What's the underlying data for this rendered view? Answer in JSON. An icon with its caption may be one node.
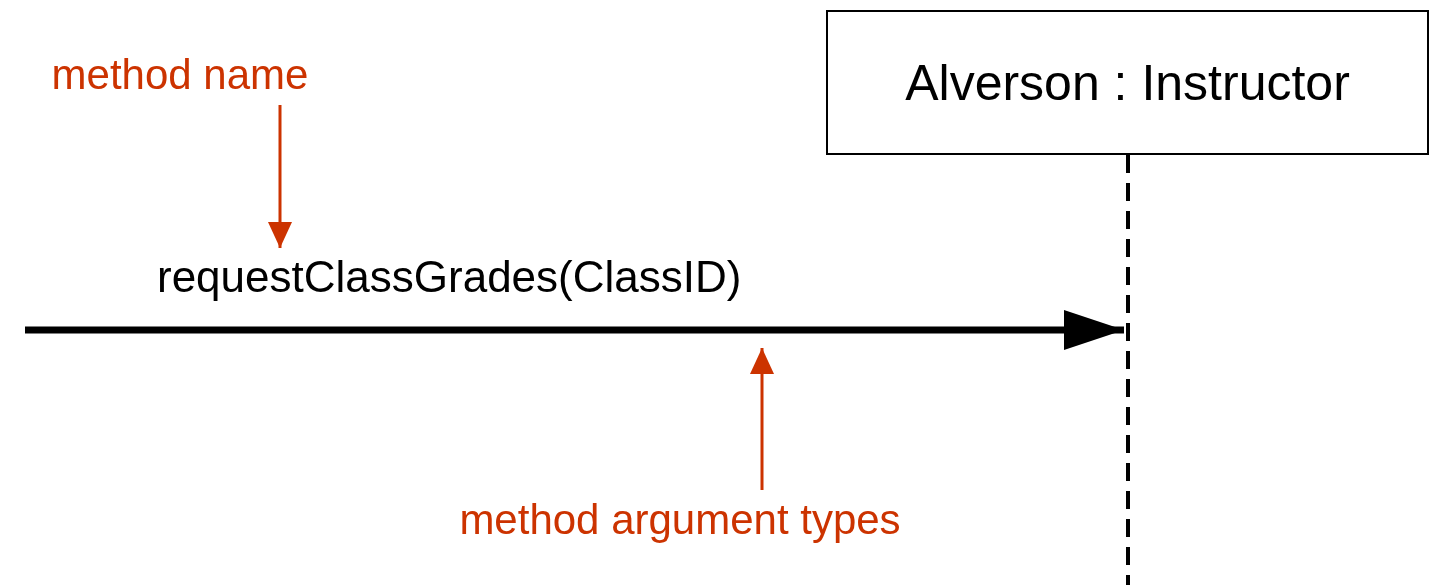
{
  "diagram": {
    "nodes": [
      {
        "text": [
          "method name"
        ]
      },
      {
        "text": [
          "Alverson : Instructor"
        ]
      },
      {
        "text": [],
        "shape": "line"
      },
      {
        "text": [
          "method argument types"
        ]
      }
    ],
    "edges": [
      {
        "from": null,
        "to": 2,
        "arrow": "to",
        "label": "requestClassGrades(ClassID)",
        "style": "thick",
        "color": "#000000"
      },
      {
        "from": 0,
        "to": null,
        "arrow": "to",
        "color": "#cc3300"
      },
      {
        "from": 3,
        "to": null,
        "arrow": "to",
        "color": "#cc3300"
      }
    ]
  }
}
